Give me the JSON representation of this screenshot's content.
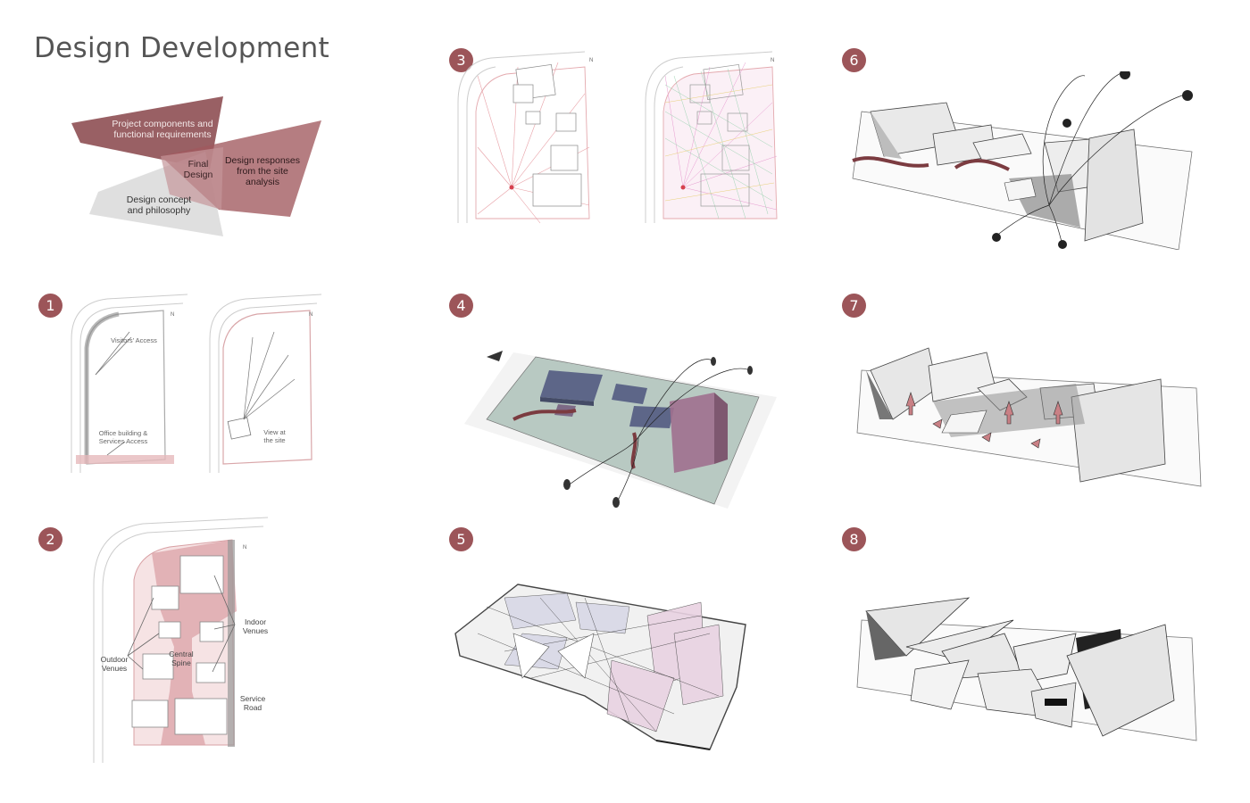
{
  "title": "Design Development",
  "venn": {
    "components": "Project components and functional requirements",
    "final": "Final Design",
    "responses": "Design responses from the site analysis",
    "concept": "Design concept and philosophy"
  },
  "steps": [
    "1",
    "2",
    "3",
    "4",
    "5",
    "6",
    "7",
    "8"
  ],
  "step1": {
    "visitors_access": "Visitors' Access",
    "office_access": "Office building & Services Access",
    "view_at_site": "View at the site"
  },
  "step2": {
    "indoor_venues": "Indoor Venues",
    "central_spine": "Central Spine",
    "outdoor_venues": "Outdoor Venues",
    "service_road": "Service Road"
  },
  "colors": {
    "accent": "#9c5559",
    "venn_dark": "#8b4a4f",
    "venn_mid": "#a8676b",
    "venn_light": "#d9d9d9",
    "blocks_blue": "#5d6688",
    "blocks_pink": "#a0708f",
    "site_green": "#b8c9c2"
  }
}
